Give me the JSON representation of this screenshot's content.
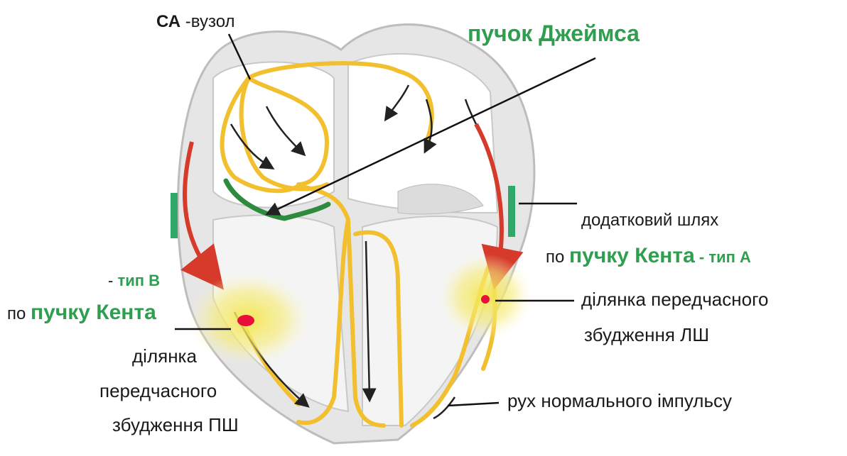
{
  "labels": {
    "sa_prefix": "СА",
    "sa_suffix": " -вузол",
    "james": "пучок Джеймса",
    "accessory_line1": "додатковий шлях",
    "accessory_po": "по ",
    "accessory_kent": "пучку Кента",
    "accessory_type": " - тип А",
    "type_b": "тип В",
    "type_b_dash": "- ",
    "left_po": "по ",
    "left_kent": "пучку Кента",
    "lv_line1": "ділянка передчасного",
    "lv_line2": "збудження ЛШ",
    "rv_line1": "ділянка",
    "rv_line2": "передчасного",
    "rv_line3": "збудження ПШ",
    "normal": "рух нормального імпульсу"
  },
  "colors": {
    "conduction": "#f2c02e",
    "accessory_arrow": "#d63a2a",
    "james_bundle": "#2e8b3e",
    "kent_marker": "#2fa86a",
    "focus_glow": "#f4e64a",
    "focus_core": "#e8103a",
    "heart_wall": "#d9d9d9",
    "label_green": "#2e9e4f"
  }
}
